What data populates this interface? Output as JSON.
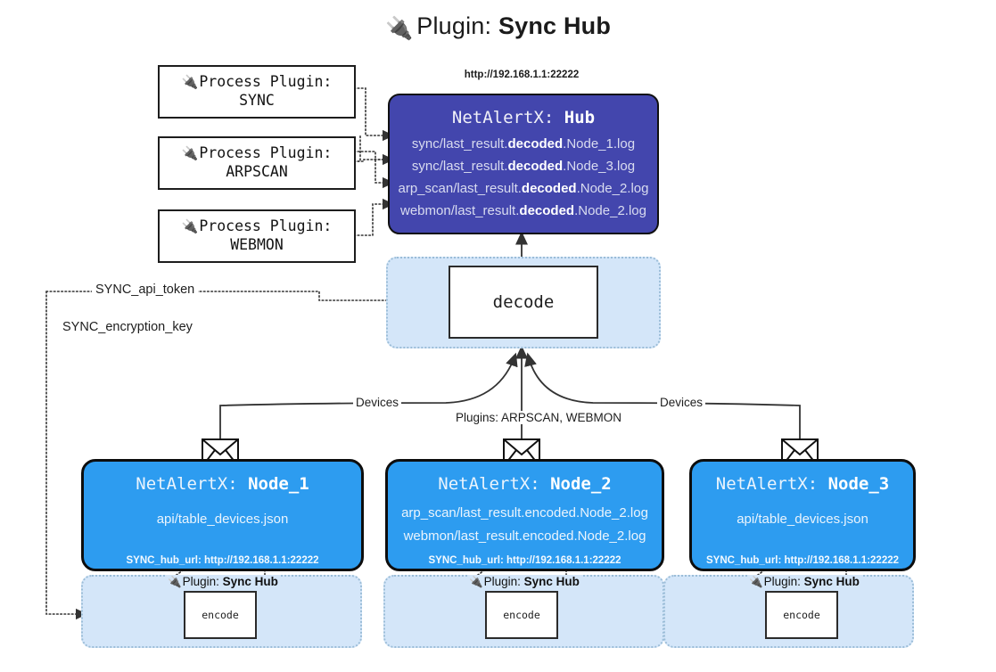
{
  "title": {
    "icon": "plug-icon",
    "prefix": "Plugin:",
    "name": "Sync Hub"
  },
  "process_plugins": [
    {
      "line1": "Process Plugin:",
      "line2": "SYNC"
    },
    {
      "line1": "Process Plugin:",
      "line2": "ARPSCAN"
    },
    {
      "line1": "Process Plugin:",
      "line2": "WEBMON"
    }
  ],
  "hub": {
    "url": "http://192.168.1.1:22222",
    "title_prefix": "NetAlertX:",
    "title_name": "Hub",
    "color": "#4346ad",
    "logs": [
      {
        "pre": "sync/last_result.",
        "em": "decoded",
        "post": ".Node_1.log"
      },
      {
        "pre": "sync/last_result.",
        "em": "decoded",
        "post": ".Node_3.log"
      },
      {
        "pre": "arp_scan/last_result.",
        "em": "decoded",
        "post": ".Node_2.log"
      },
      {
        "pre": "webmon/last_result.",
        "em": "decoded",
        "post": ".Node_2.log"
      }
    ]
  },
  "decode": {
    "label": "decode",
    "container_color": "#d4e6f9"
  },
  "settings": [
    {
      "label": "SYNC_api_token"
    },
    {
      "label": "SYNC_encryption_key"
    }
  ],
  "connector_labels": {
    "devices_left": "Devices",
    "devices_right": "Devices",
    "plugins_middle": "Plugins: ARPSCAN, WEBMON"
  },
  "nodes": [
    {
      "title_prefix": "NetAlertX:",
      "title_name": "Node_1",
      "color": "#2d9cf0",
      "lines": [
        "api/table_devices.json"
      ],
      "hub_url_label": "SYNC_hub_url: http://192.168.1.1:22222",
      "encode": {
        "plugin_prefix": "Plugin:",
        "plugin_name": "Sync Hub",
        "label": "encode"
      }
    },
    {
      "title_prefix": "NetAlertX:",
      "title_name": "Node_2",
      "color": "#2d9cf0",
      "lines": [
        "arp_scan/last_result.encoded.Node_2.log",
        "webmon/last_result.encoded.Node_2.log"
      ],
      "hub_url_label": "SYNC_hub_url: http://192.168.1.1:22222",
      "encode": {
        "plugin_prefix": "Plugin:",
        "plugin_name": "Sync Hub",
        "label": "encode"
      }
    },
    {
      "title_prefix": "NetAlertX:",
      "title_name": "Node_3",
      "color": "#2d9cf0",
      "lines": [
        "api/table_devices.json"
      ],
      "hub_url_label": "SYNC_hub_url: http://192.168.1.1:22222",
      "encode": {
        "plugin_prefix": "Plugin:",
        "plugin_name": "Sync Hub",
        "label": "encode"
      }
    }
  ]
}
